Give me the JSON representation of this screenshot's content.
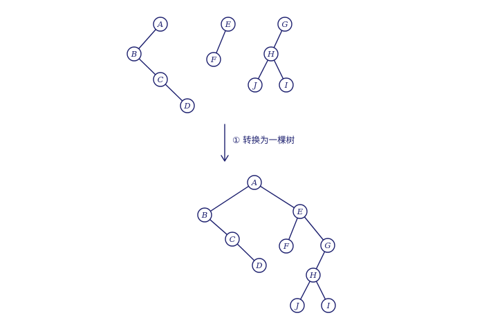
{
  "colors": {
    "ink": "#1c1f6e",
    "background": "#ffffff"
  },
  "annotation": "① 转换为一棵树",
  "forest": {
    "nodes": [
      "A",
      "B",
      "C",
      "D",
      "E",
      "F",
      "G",
      "H",
      "J",
      "I"
    ],
    "edges": [
      [
        "A",
        "B"
      ],
      [
        "B",
        "C"
      ],
      [
        "C",
        "D"
      ],
      [
        "E",
        "F"
      ],
      [
        "G",
        "H"
      ],
      [
        "H",
        "J"
      ],
      [
        "H",
        "I"
      ]
    ]
  },
  "converted_tree": {
    "nodes": [
      "A",
      "B",
      "C",
      "D",
      "E",
      "F",
      "G",
      "H",
      "J",
      "I"
    ],
    "edges": [
      [
        "A",
        "B"
      ],
      [
        "A",
        "E"
      ],
      [
        "B",
        "C"
      ],
      [
        "C",
        "D"
      ],
      [
        "E",
        "F"
      ],
      [
        "E",
        "G"
      ],
      [
        "G",
        "H"
      ],
      [
        "H",
        "J"
      ],
      [
        "H",
        "I"
      ]
    ]
  }
}
